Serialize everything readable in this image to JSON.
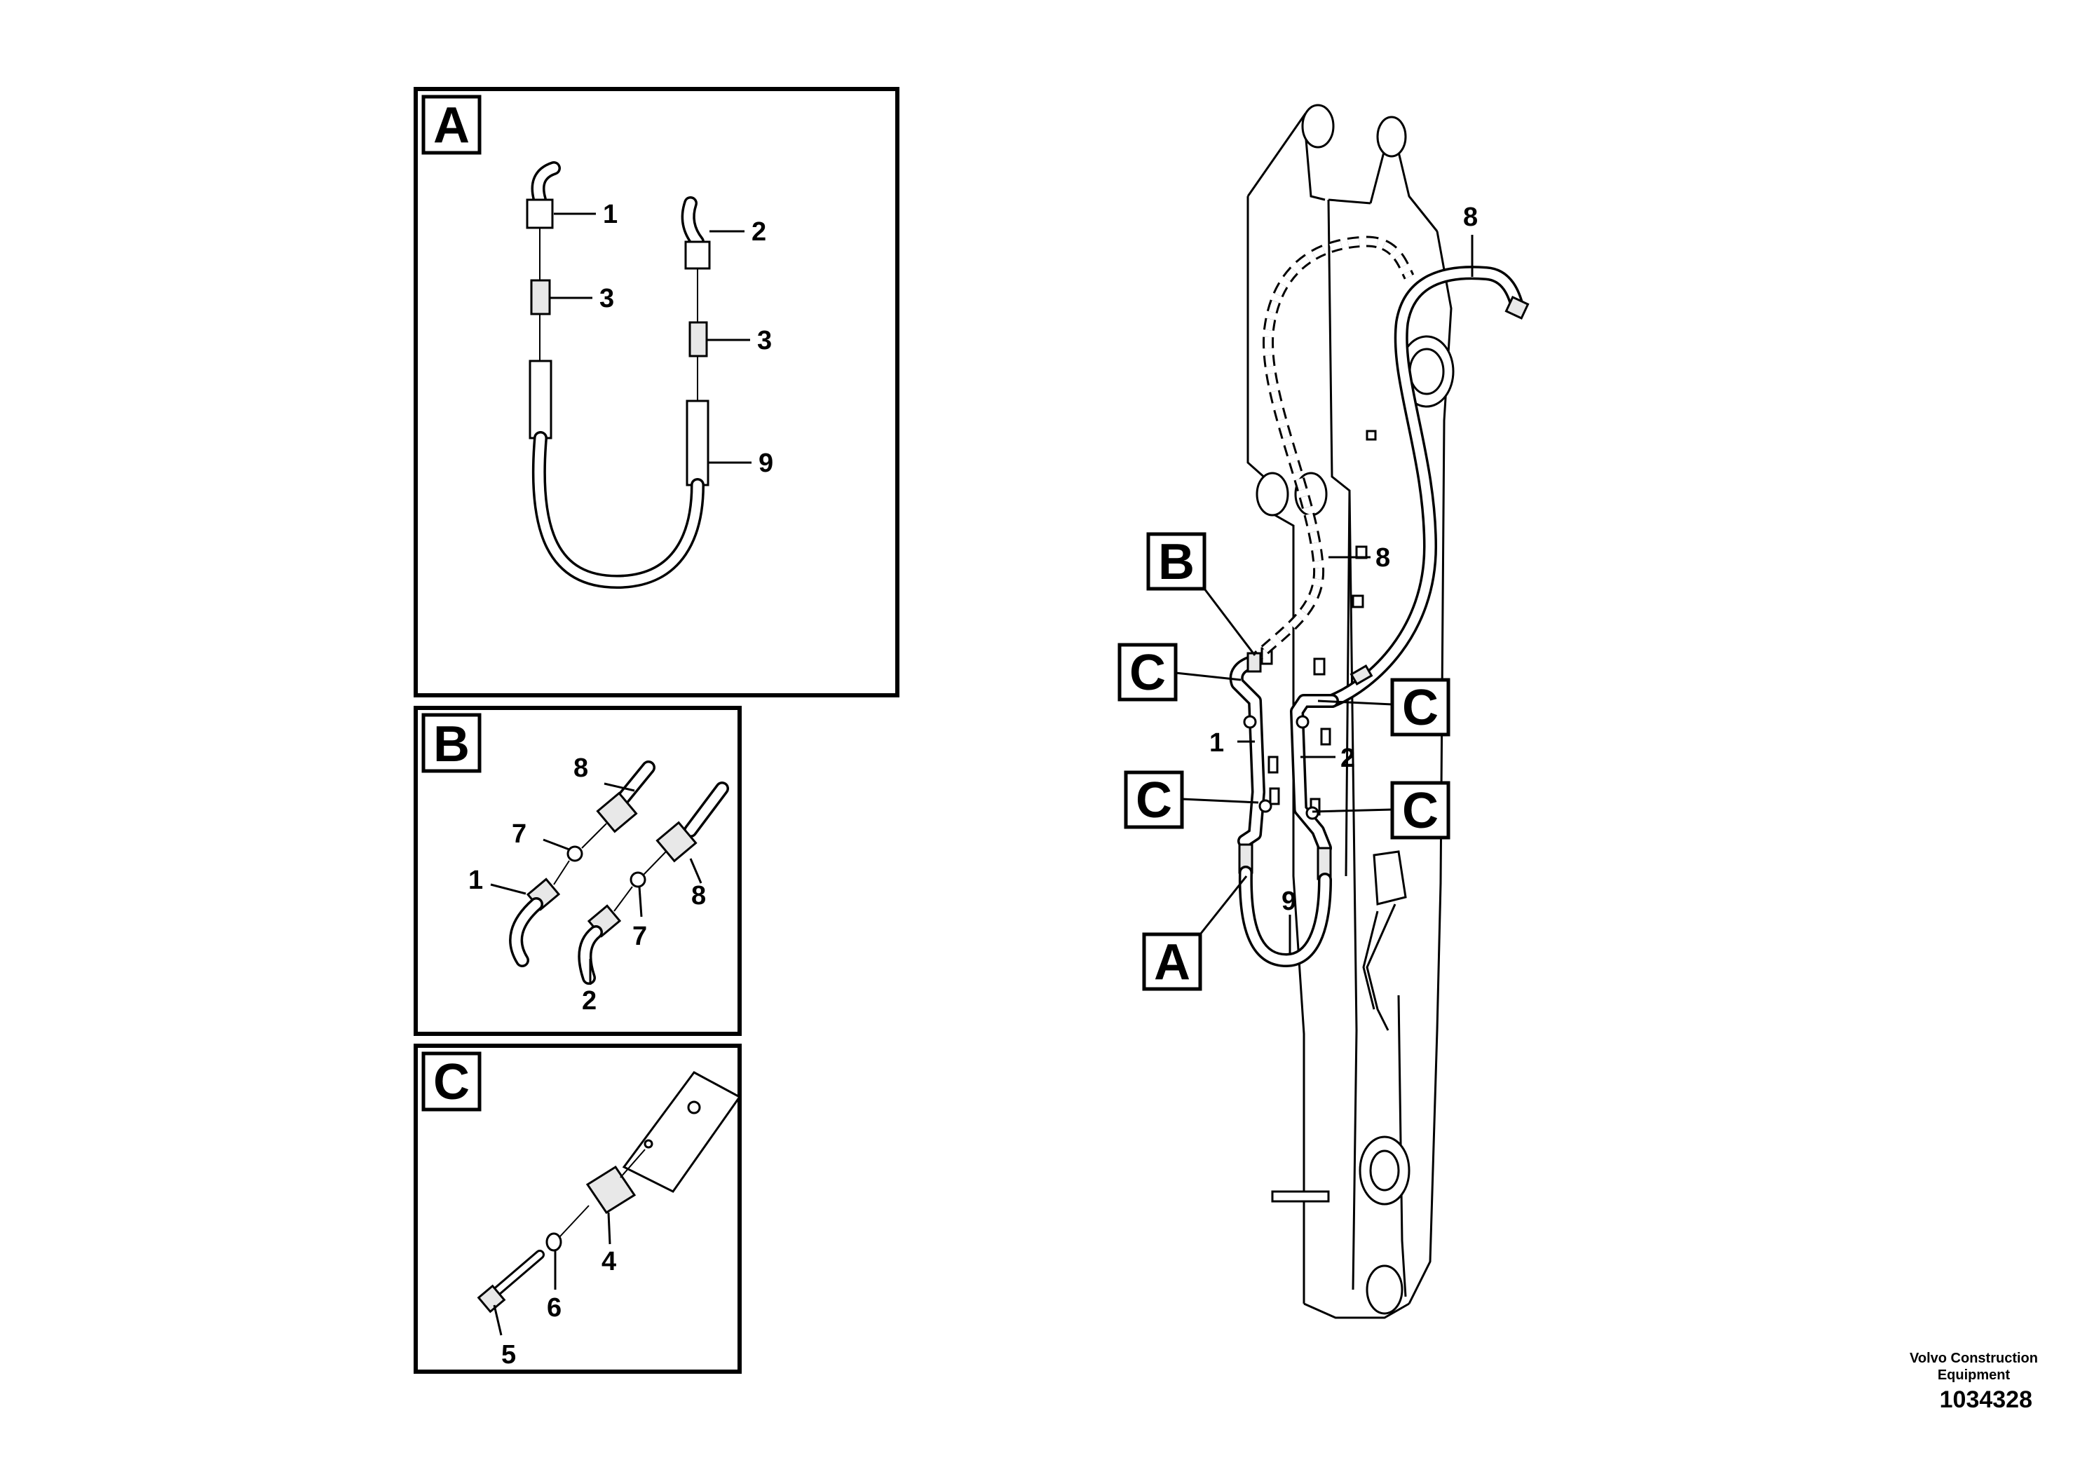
{
  "detail_boxes": [
    {
      "key": "A",
      "label": "A"
    },
    {
      "key": "B",
      "label": "B"
    },
    {
      "key": "C",
      "label": "C"
    }
  ],
  "detail_a_callouts": [
    "1",
    "2",
    "3",
    "3",
    "9"
  ],
  "detail_b_callouts": [
    "8",
    "7",
    "1",
    "8",
    "7",
    "2"
  ],
  "detail_c_callouts": [
    "4",
    "6",
    "5"
  ],
  "main_labels": {
    "A": "A",
    "B": "B",
    "C1": "C",
    "C2": "C",
    "C3": "C",
    "C4": "C"
  },
  "main_callouts": [
    "8",
    "8",
    "1",
    "2",
    "9"
  ],
  "footer": {
    "brand_line1": "Volvo Construction",
    "brand_line2": "Equipment",
    "document_number": "1034328"
  }
}
